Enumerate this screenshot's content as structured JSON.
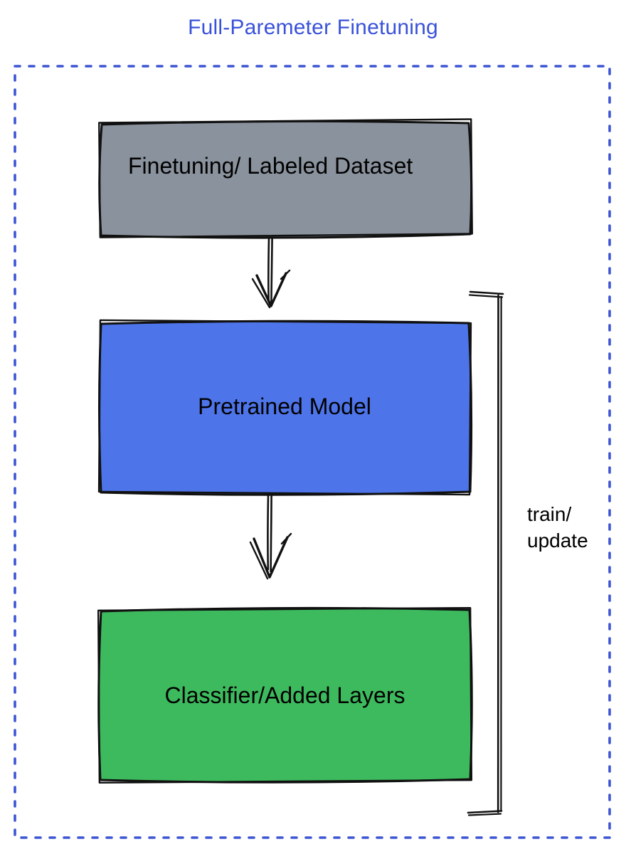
{
  "title": {
    "text": "Full-Paremeter Finetuning",
    "color": "#3a52d9"
  },
  "diagram": {
    "boxes": [
      {
        "name": "finetuning-dataset",
        "label": "Finetuning/ Labeled Dataset",
        "fill": "#8a929d"
      },
      {
        "name": "pretrained-model",
        "label": "Pretrained Model",
        "fill": "#4d74e8"
      },
      {
        "name": "classifier-added-layers",
        "label": "Classifier/Added Layers",
        "fill": "#3eba5e"
      }
    ],
    "bracket_label": {
      "line1": "train/",
      "line2": "update"
    },
    "colors": {
      "dashed_border": "#3d55d4",
      "outline": "#111111",
      "label_text": "#000000"
    }
  }
}
